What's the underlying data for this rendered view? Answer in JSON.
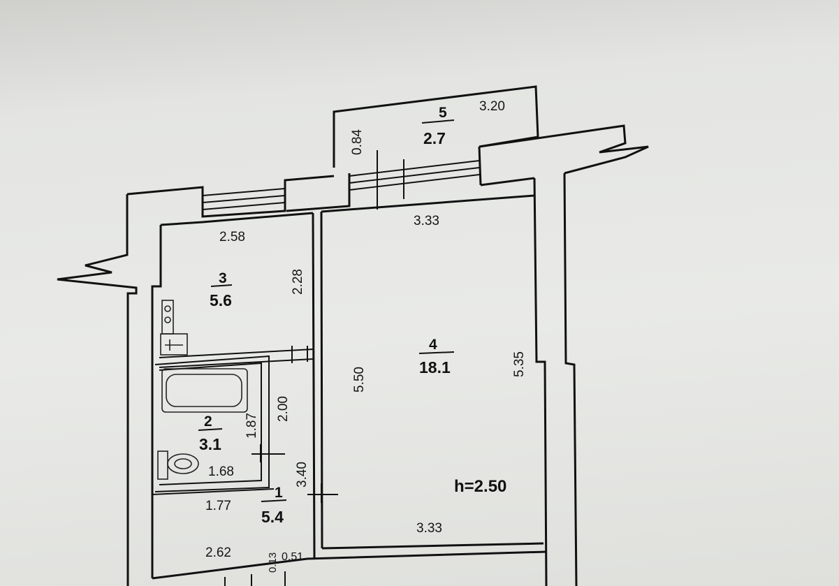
{
  "rooms": [
    {
      "number": "1",
      "area": "5.4"
    },
    {
      "number": "2",
      "area": "3.1"
    },
    {
      "number": "3",
      "area": "5.6"
    },
    {
      "number": "4",
      "area": "18.1"
    },
    {
      "number": "5",
      "area": "2.7"
    }
  ],
  "dimensions": {
    "balcony_width": "3.20",
    "balcony_depth": "0.84",
    "kitchen_width": "2.58",
    "kitchen_depth": "2.28",
    "living_top": "3.33",
    "living_left": "5.50",
    "living_right": "5.35",
    "living_bottom": "3.33",
    "bath_height": "1.87",
    "bath_width": "1.68",
    "bath_side": "2.00",
    "hall_height": "3.40",
    "hall_width": "1.77",
    "hall_bottom": "2.62",
    "small_a": "0.13",
    "small_b": "0.51"
  },
  "ceiling_height": "h=2.50"
}
